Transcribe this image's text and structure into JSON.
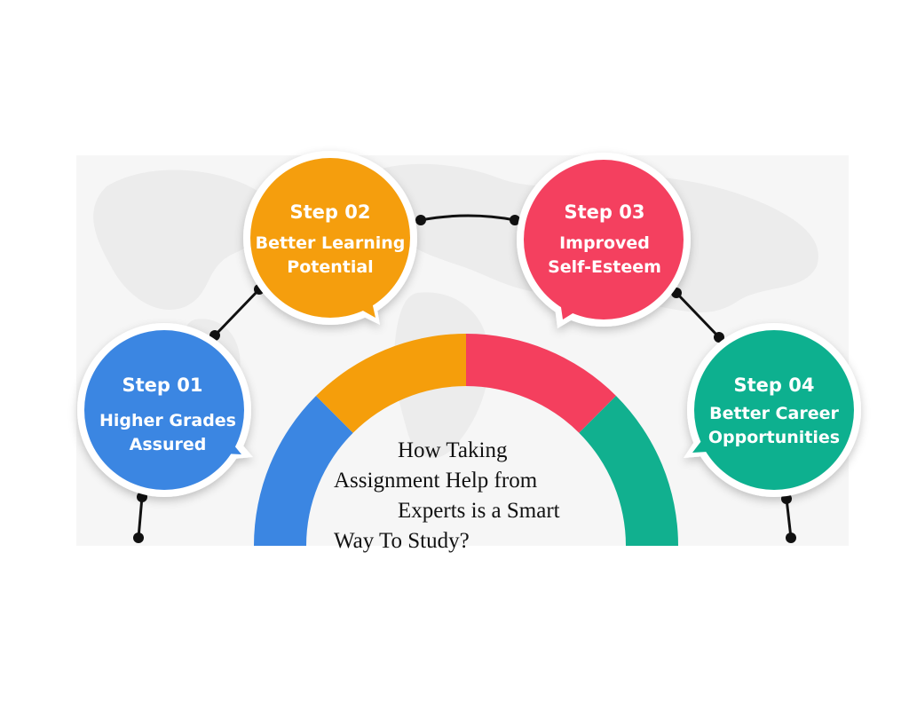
{
  "heading": {
    "lines": [
      "How Taking",
      "Assignment Help from",
      "Experts is a Smart",
      "Way To Study?"
    ]
  },
  "steps": [
    {
      "title": "Step 01",
      "lines": [
        "Higher Grades",
        "Assured"
      ],
      "color": "#3b86e2"
    },
    {
      "title": "Step 02",
      "lines": [
        "Better Learning",
        "Potential"
      ],
      "color": "#f59e0b"
    },
    {
      "title": "Step 03",
      "lines": [
        "Improved",
        "Self-Esteem"
      ],
      "color": "#f43f5e"
    },
    {
      "title": "Step 04",
      "lines": [
        "Better Career",
        "Opportunities"
      ],
      "color": "#11b08f"
    }
  ],
  "gauge_colors": [
    "#3b86e2",
    "#f59e0b",
    "#f43f5e",
    "#11b08f"
  ]
}
